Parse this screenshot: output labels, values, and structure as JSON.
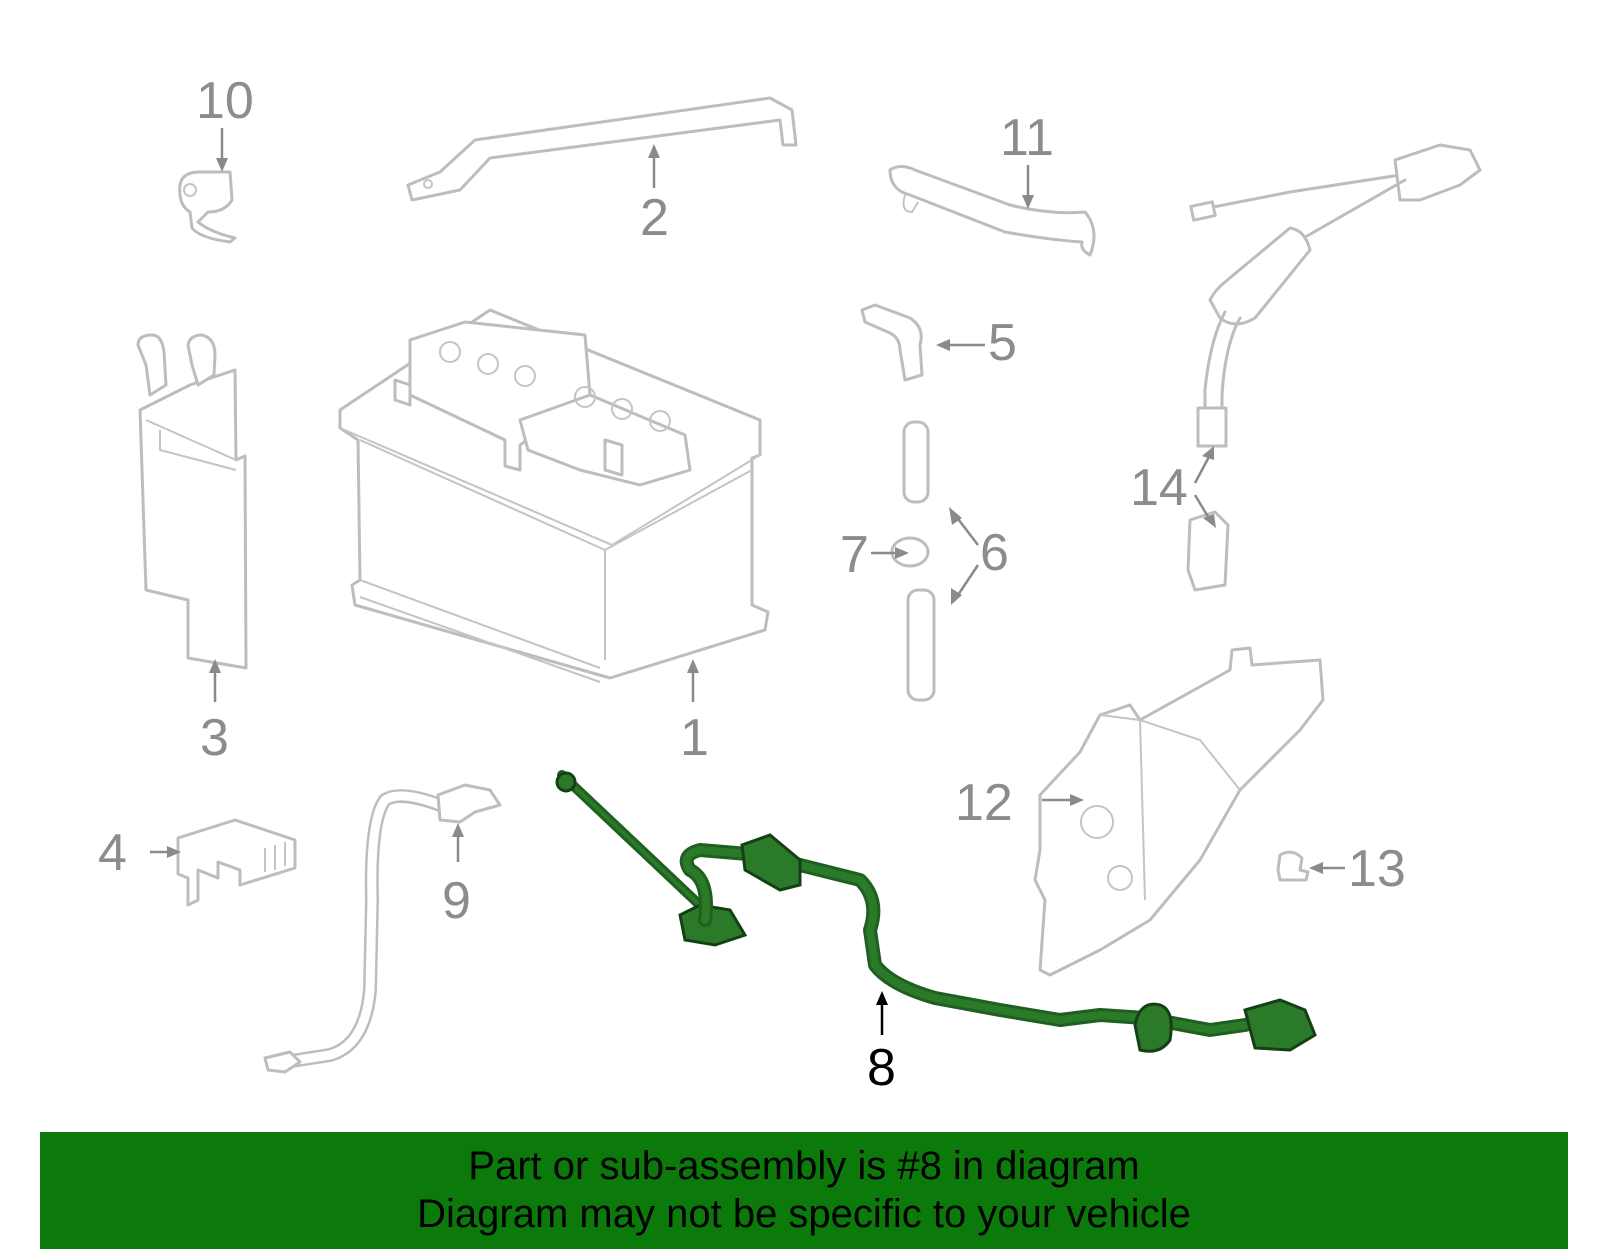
{
  "diagram": {
    "callouts": [
      {
        "id": "1",
        "label": "1"
      },
      {
        "id": "2",
        "label": "2"
      },
      {
        "id": "3",
        "label": "3"
      },
      {
        "id": "4",
        "label": "4"
      },
      {
        "id": "5",
        "label": "5"
      },
      {
        "id": "6",
        "label": "6"
      },
      {
        "id": "7",
        "label": "7"
      },
      {
        "id": "8",
        "label": "8"
      },
      {
        "id": "9",
        "label": "9"
      },
      {
        "id": "10",
        "label": "10"
      },
      {
        "id": "11",
        "label": "11"
      },
      {
        "id": "12",
        "label": "12"
      },
      {
        "id": "13",
        "label": "13"
      },
      {
        "id": "14",
        "label": "14"
      }
    ],
    "highlighted_part": "8",
    "highlight_color": "#1f5f1f",
    "part_line_color": "#bdbdbd"
  },
  "banner": {
    "line1": "Part or sub-assembly is #8 in diagram",
    "line2": "Diagram may not be specific to your vehicle",
    "background": "#0b7a0b"
  }
}
